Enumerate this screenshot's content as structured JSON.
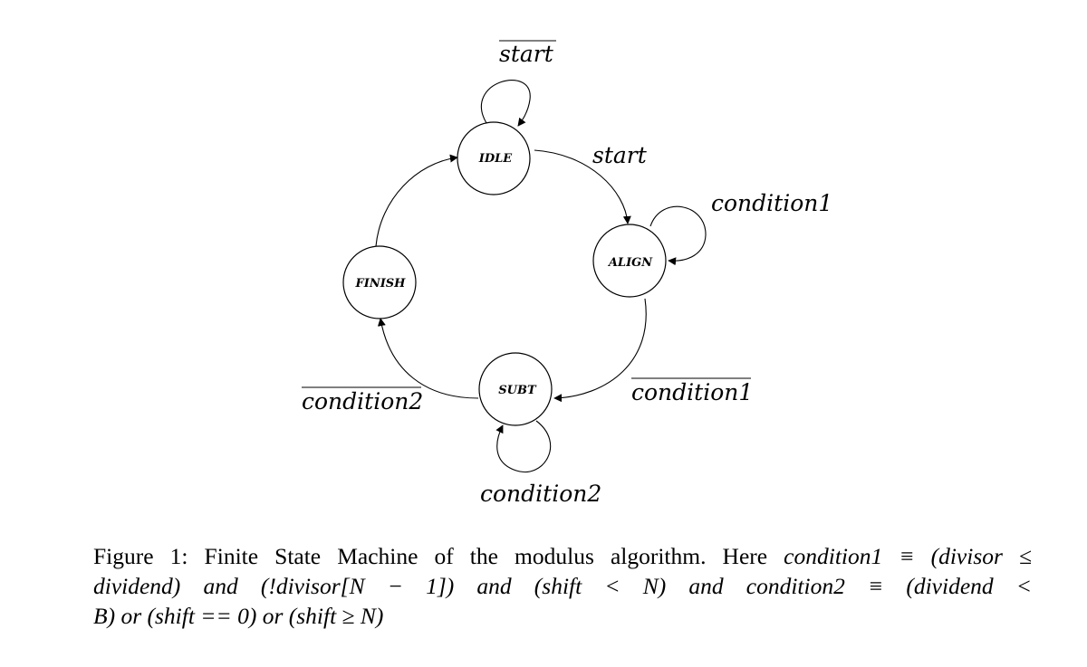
{
  "states": {
    "idle": "IDLE",
    "align": "ALIGN",
    "subt": "SUBT",
    "finish": "FINISH"
  },
  "transitions": {
    "idle_self": "start",
    "idle_to_align": "start",
    "align_self": "condition1",
    "align_to_subt": "condition1",
    "subt_self": "condition2",
    "subt_to_finish": "condition2"
  },
  "caption": {
    "line1_prefix": "Figure 1:  Finite State Machine of the modulus algorithm. Here ",
    "line1_math": "condition1 ≡ (divisor ≤",
    "line2": "dividend) and (!divisor[N − 1]) and (shift < N) and condition2 ≡ (dividend <",
    "line3": "B) or (shift == 0) or (shift ≥ N)"
  }
}
